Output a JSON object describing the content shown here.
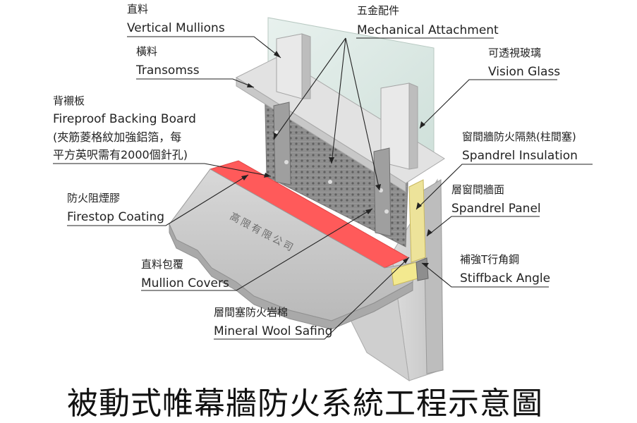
{
  "labels": {
    "vertical_mullions": {
      "zh": "直料",
      "en": "Vertical Mullions"
    },
    "transoms": {
      "zh": "橫料",
      "en": "Transomss"
    },
    "backing_board": {
      "zh": "背襯板",
      "en": "Fireproof Backing Board",
      "note1": "(夾筋菱格紋加強鋁箔，每",
      "note2": "平方英呎需有2000個針孔)"
    },
    "firestop": {
      "zh": "防火阻煙膠",
      "en": "Firestop Coating"
    },
    "mullion_covers": {
      "zh": "直料包覆",
      "en": "Mullion Covers"
    },
    "mineral_wool": {
      "zh": "層間塞防火岩棉",
      "en": "Mineral Wool Safing"
    },
    "mechanical": {
      "zh": "五金配件",
      "en": "Mechanical Attachment"
    },
    "vision_glass": {
      "zh": "可透視玻璃",
      "en": "Vision Glass"
    },
    "spandrel_insulation": {
      "zh": "窗間牆防火隔熱(柱間塞)",
      "en": "Spandrel Insulation"
    },
    "spandrel_panel": {
      "zh": "層窗間牆面",
      "en": "Spandrel Panel"
    },
    "stiffback": {
      "zh": "補強T行角鋼",
      "en": "Stiffback Angle"
    }
  },
  "stamp_text": "高限有限公司",
  "title": "被動式帷幕牆防火系統工程示意圖"
}
